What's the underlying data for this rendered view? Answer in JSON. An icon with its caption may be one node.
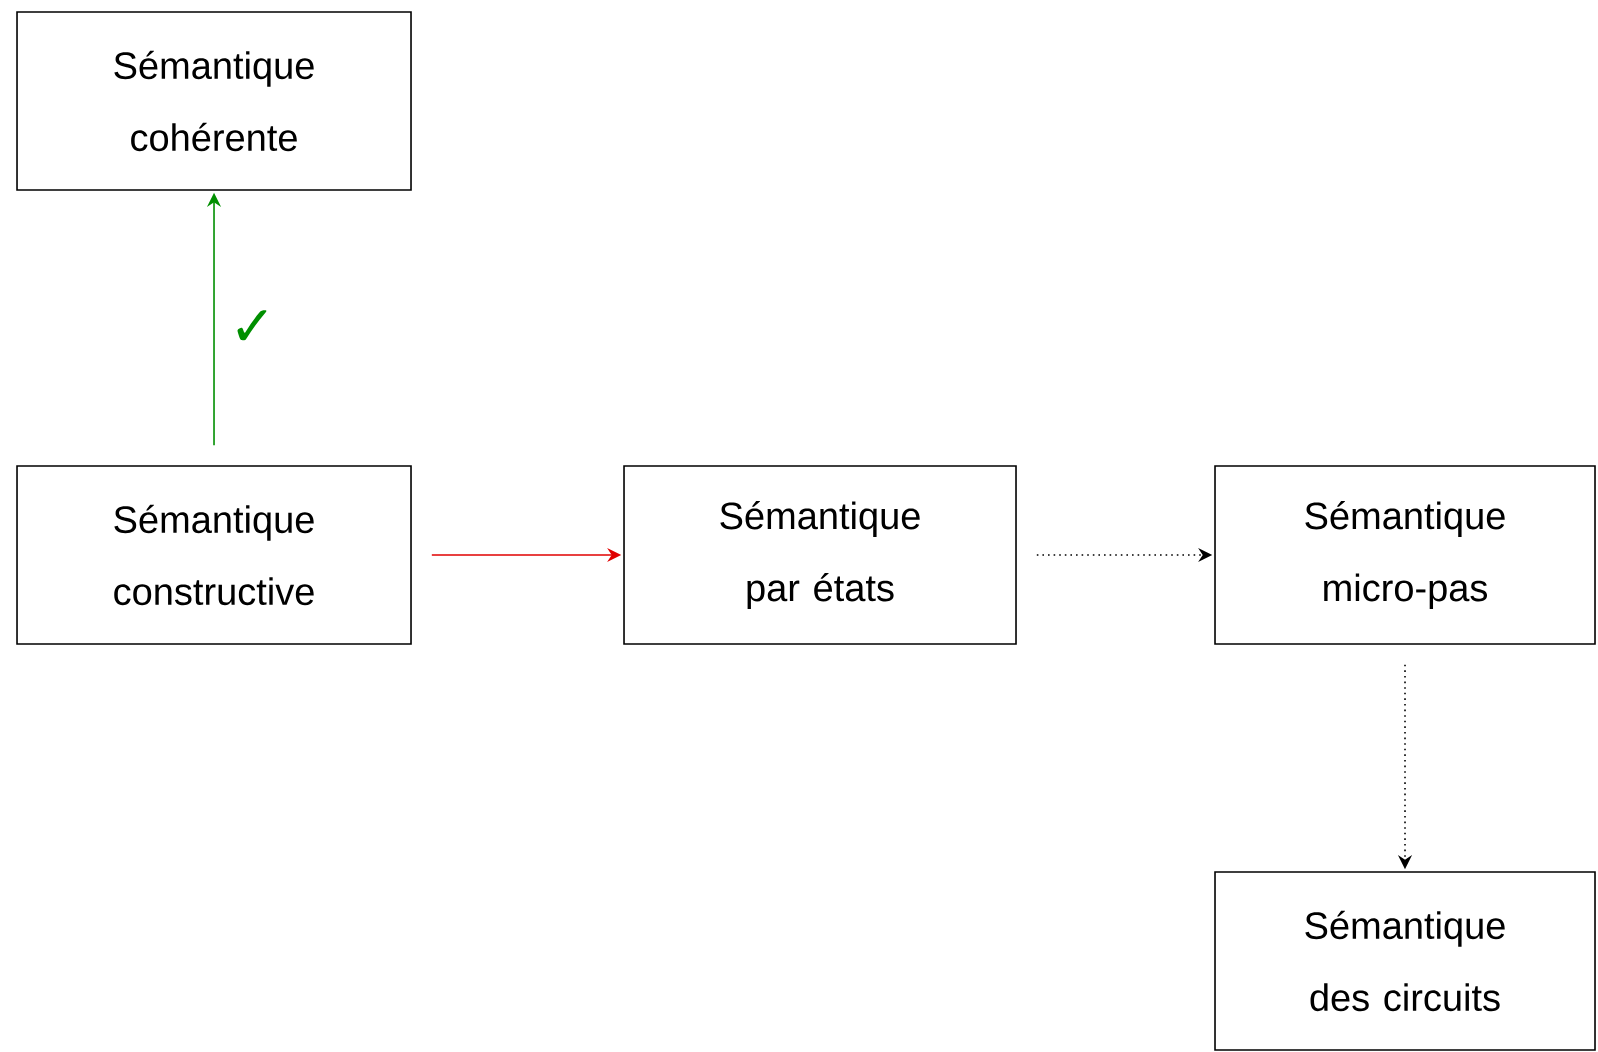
{
  "diagram": {
    "nodes": [
      {
        "text": [
          "Sémantique cohérente"
        ]
      },
      {
        "text": [
          "Sémantique constructive"
        ]
      },
      {
        "text": [
          "Sémantique par états"
        ]
      },
      {
        "text": [
          "Sémantique micro-pas"
        ]
      },
      {
        "text": [
          "Sémantique des circuits"
        ]
      }
    ],
    "edges": [
      {
        "from": 1,
        "to": 0,
        "arrow": "to",
        "label": "✓",
        "color": "#008f00"
      },
      {
        "from": 1,
        "to": 2,
        "arrow": "to",
        "color": "#e00000"
      },
      {
        "from": 2,
        "to": 3,
        "arrow": "to",
        "style": "dashed"
      },
      {
        "from": 3,
        "to": 4,
        "arrow": "to",
        "style": "dashed"
      }
    ]
  }
}
